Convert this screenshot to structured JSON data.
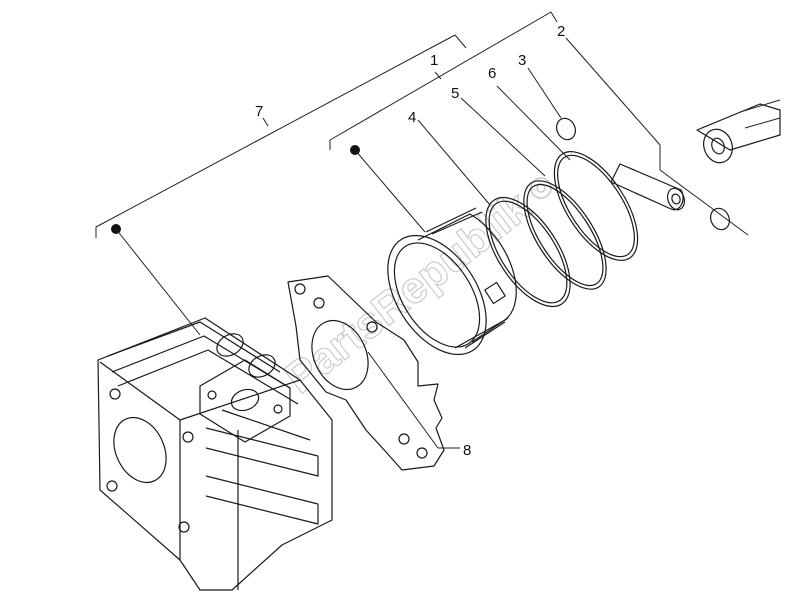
{
  "callouts": [
    {
      "id": "1",
      "text": "1"
    },
    {
      "id": "2",
      "text": "2"
    },
    {
      "id": "3",
      "text": "3"
    },
    {
      "id": "4",
      "text": "4"
    },
    {
      "id": "5",
      "text": "5"
    },
    {
      "id": "6",
      "text": "6"
    },
    {
      "id": "7",
      "text": "7"
    },
    {
      "id": "8",
      "text": "8"
    }
  ],
  "watermark": "PartsRepublik",
  "colors": {
    "ink": "#1a1a1a",
    "watermark": "#c8c8c8",
    "background": "#ffffff"
  }
}
